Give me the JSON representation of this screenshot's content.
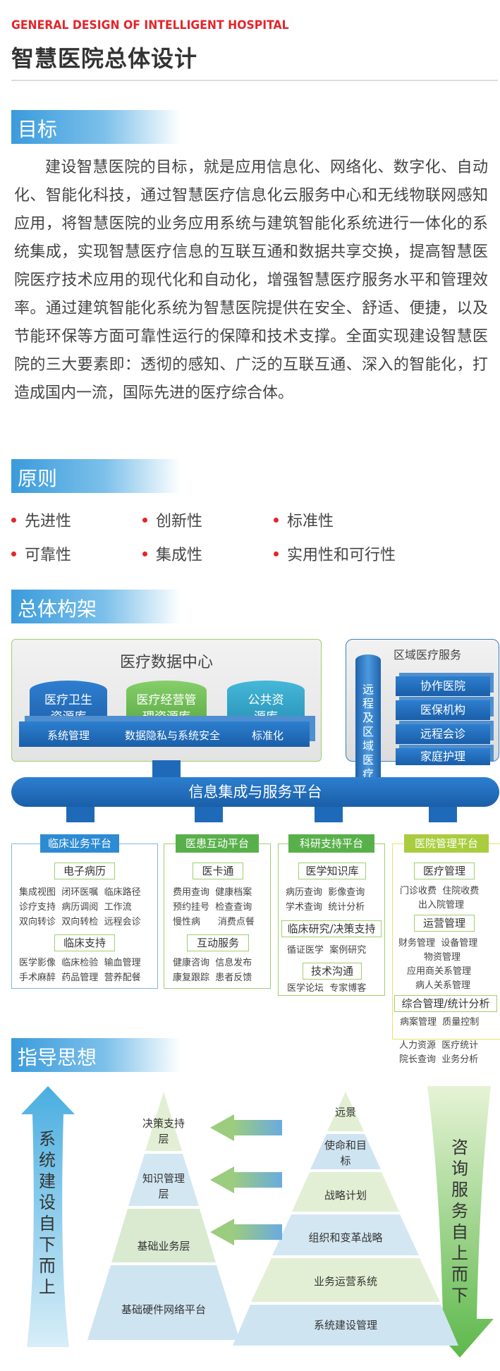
{
  "header": {
    "en": "GENERAL DESIGN OF INTELLIGENT HOSPITAL",
    "cn": "智慧医院总体设计"
  },
  "goal": {
    "title": "目标",
    "text": "建设智慧医院的目标，就是应用信息化、网络化、数字化、自动化、智能化科技，通过智慧医疗信息化云服务中心和无线物联网感知应用，将智慧医院的业务应用系统与建筑智能化系统进行一体化的系统集成，实现智慧医疗信息的互联互通和数据共享交换，提高智慧医院医疗技术应用的现代化和自动化，增强智慧医疗服务水平和管理效率。通过建筑智能化系统为智慧医院提供在安全、舒适、便捷，以及节能环保等方面可靠性运行的保障和技术支撑。全面实现建设智慧医院的三大要素即：透彻的感知、广泛的互联互通、深入的智能化，打造成国内一流，国际先进的医疗综合体。"
  },
  "principle": {
    "title": "原则",
    "items": [
      "先进性",
      "创新性",
      "标准性",
      "可靠性",
      "集成性",
      "实用性和可行性"
    ]
  },
  "arch": {
    "title": "总体构架",
    "datacenter": {
      "title": "医疗数据中心",
      "db1": "医疗卫生资源库",
      "db2": "医疗经营管理资源库",
      "db3": "公共资源库",
      "bar": [
        "系统管理",
        "数据隐私与系统安全",
        "标准化"
      ]
    },
    "regional": {
      "title": "区域医疗服务",
      "pillar": "远程及区域医疗",
      "items": [
        "协作医院",
        "医保机构",
        "远程会诊",
        "家庭护理"
      ]
    },
    "platform": "信息集成与服务平台",
    "p1": {
      "title": "临床业务平台",
      "s1": "电子病历",
      "r1": [
        "集成视图",
        "闭环医嘱",
        "临床路径"
      ],
      "r2": [
        "诊疗支持",
        "病历调阅",
        "工作流"
      ],
      "r3": [
        "双向转诊",
        "双向转检",
        "远程会诊"
      ],
      "s2": "临床支持",
      "r4": [
        "医学影像",
        "临床检验",
        "输血管理"
      ],
      "r5": [
        "手术麻醉",
        "药品管理",
        "营养配餐"
      ]
    },
    "p2": {
      "title": "医患互动平台",
      "s1": "医卡通",
      "r1": [
        "费用查询",
        "健康档案"
      ],
      "r2": [
        "预约挂号",
        "检查查询"
      ],
      "r3": [
        "慢性病",
        "消费点餐"
      ],
      "s2": "互动服务",
      "r4": [
        "健康咨询",
        "信息发布"
      ],
      "r5": [
        "康复跟踪",
        "患者反馈"
      ]
    },
    "p3": {
      "title": "科研支持平台",
      "s1": "医学知识库",
      "r1": [
        "病历查询",
        "影像查询"
      ],
      "r2": [
        "学术查询",
        "统计分析"
      ],
      "s2": "临床研究/决策支持",
      "r3": [
        "循证医学",
        "案例研究"
      ],
      "s3": "技术沟通",
      "r4": [
        "医学论坛",
        "专家博客"
      ]
    },
    "p4": {
      "title": "医院管理平台",
      "s1": "医疗管理",
      "r1": [
        "门诊收费",
        "住院收费"
      ],
      "r2": "出入院管理",
      "s2": "运营管理",
      "r3": [
        "财务管理",
        "设备管理"
      ],
      "r4": "物资管理",
      "r5": "应用商关系管理",
      "r6": "病人关系管理",
      "s3": "综合管理/统计分析",
      "r7": [
        "病案管理",
        "质量控制"
      ],
      "r8": [
        "人力资源",
        "医疗统计"
      ],
      "r9": [
        "院长查询",
        "业务分析"
      ]
    }
  },
  "guide": {
    "title": "指导思想",
    "left_arrow": "系统建设自下而上",
    "right_arrow": "咨询服务自上而下",
    "left_levels": [
      "决策支持层",
      "知识管理层",
      "基础业务层",
      "基础硬件网络平台"
    ],
    "right_levels": [
      "远景",
      "使命和目标",
      "战略计划",
      "组织和变革战略",
      "业务运营系统",
      "系统建设管理"
    ]
  }
}
